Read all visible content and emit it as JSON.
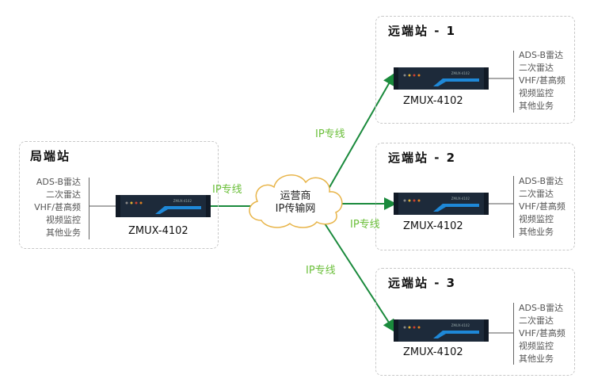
{
  "stations": {
    "central": {
      "title": "局端站",
      "model": "ZMUX-4102",
      "services": [
        "ADS-B雷达",
        "二次雷达",
        "VHF/甚高频",
        "视频监控",
        "其他业务"
      ]
    },
    "remote1": {
      "title": "远端站 - 1",
      "model": "ZMUX-4102",
      "services": [
        "ADS-B雷达",
        "二次雷达",
        "VHF/甚高频",
        "视频监控",
        "其他业务"
      ]
    },
    "remote2": {
      "title": "远端站 - 2",
      "model": "ZMUX-4102",
      "services": [
        "ADS-B雷达",
        "二次雷达",
        "VHF/甚高频",
        "视频监控",
        "其他业务"
      ]
    },
    "remote3": {
      "title": "远端站 - 3",
      "model": "ZMUX-4102",
      "services": [
        "ADS-B雷达",
        "二次雷达",
        "VHF/甚高频",
        "视频监控",
        "其他业务"
      ]
    }
  },
  "device_panel_label": "ZMUX-4102",
  "cloud": {
    "line1": "运营商",
    "line2": "IP传输网"
  },
  "links": {
    "central": "IP专线",
    "remote1": "IP专线",
    "remote2": "IP专线",
    "remote3": "IP专线"
  },
  "colors": {
    "link": "#1a8a3c",
    "label": "#6bbf3a",
    "device": "#1d2a3a",
    "accent": "#1e88d8",
    "border": "#c8c8c8"
  }
}
